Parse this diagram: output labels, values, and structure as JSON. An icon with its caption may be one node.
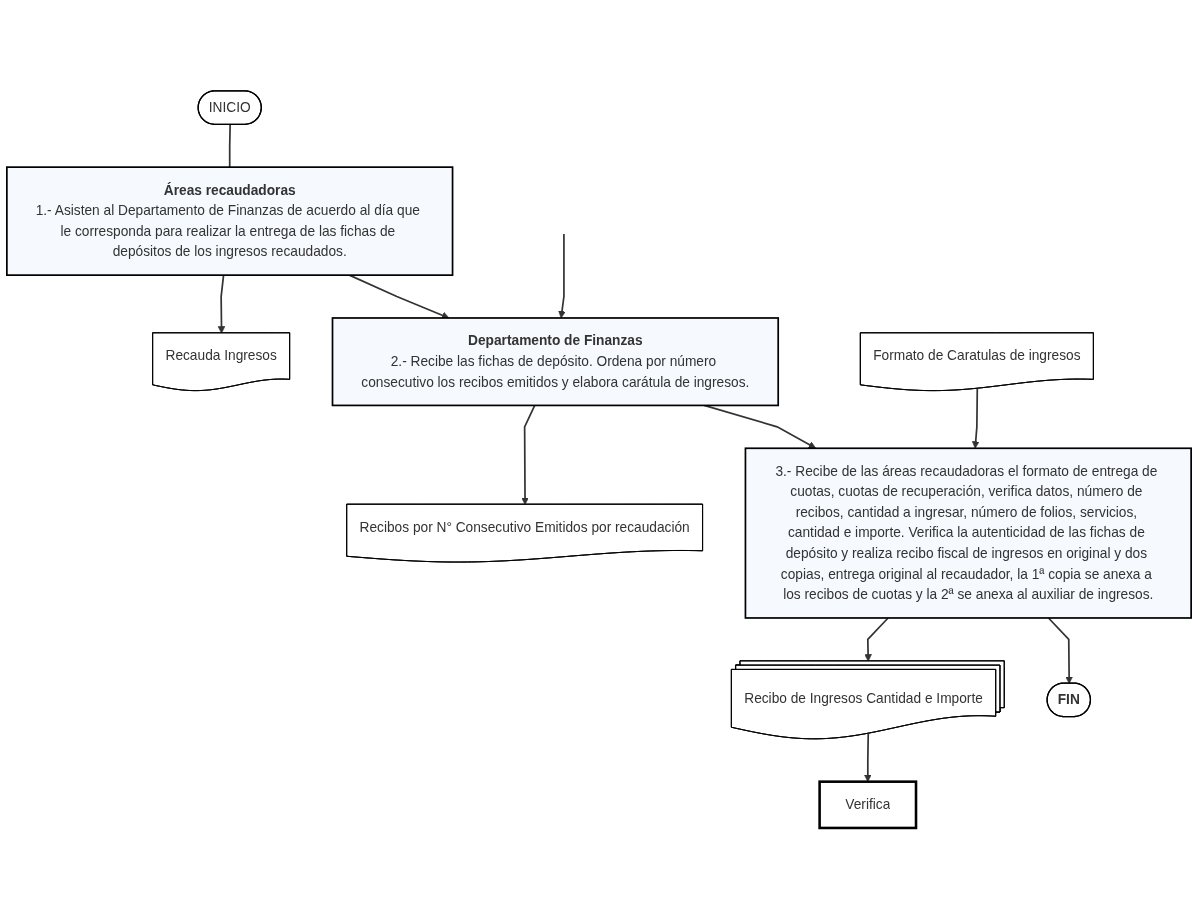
{
  "diagram": {
    "nodes": [
      {
        "text": [
          "INICIO"
        ]
      },
      {
        "text": [
          "Áreas recaudadoras",
          "1.- Asisten al Departamento de Finanzas de acuerdo al día que le corresponda para realizar la entrega de las fichas de depósitos de los ingresos recaudados."
        ]
      },
      {
        "text": [
          "Recauda Ingresos"
        ]
      },
      {
        "text": [
          "Departamento de Finanzas",
          "2.- Recibe las fichas de depósito. Ordena por número consecutivo los recibos emitidos y elabora carátula de ingresos."
        ]
      },
      {
        "text": [
          "Recibos por N° Consecutivo Emitidos por recaudación"
        ]
      },
      {
        "text": [
          "Formato de Caratulas de ingresos"
        ]
      },
      {
        "text": [
          "3.- Recibe de las áreas recaudadoras el formato de entrega de cuotas, cuotas de recuperación, verifica datos, número de recibos, cantidad a ingresar, número de folios, servicios, cantidad e importe. Verifica la autenticidad de las fichas de depósito y realiza recibo fiscal de ingresos en original y dos copias, entrega original al recaudador, la 1ª copia se anexa a los recibos de cuotas y la 2ª se anexa al auxiliar de ingresos."
        ]
      },
      {
        "text": [
          "Recibo de Ingresos Cantidad e Importe"
        ]
      },
      {
        "text": [
          "Verifica"
        ]
      },
      {
        "text": [
          "FIN"
        ]
      }
    ],
    "edges": [
      {
        "from": 0,
        "to": 1,
        "arrow": "none"
      },
      {
        "from": 1,
        "to": 2,
        "arrow": "to"
      },
      {
        "from": 1,
        "to": 3,
        "arrow": "to"
      },
      {
        "from": null,
        "to": 3,
        "arrow": "to"
      },
      {
        "from": 3,
        "to": 4,
        "arrow": "to"
      },
      {
        "from": 3,
        "to": 6,
        "arrow": "to"
      },
      {
        "from": 5,
        "to": 6,
        "arrow": "to"
      },
      {
        "from": 6,
        "to": 7,
        "arrow": "to"
      },
      {
        "from": 7,
        "to": 8,
        "arrow": "to"
      },
      {
        "from": 6,
        "to": 9,
        "arrow": "to"
      }
    ]
  }
}
